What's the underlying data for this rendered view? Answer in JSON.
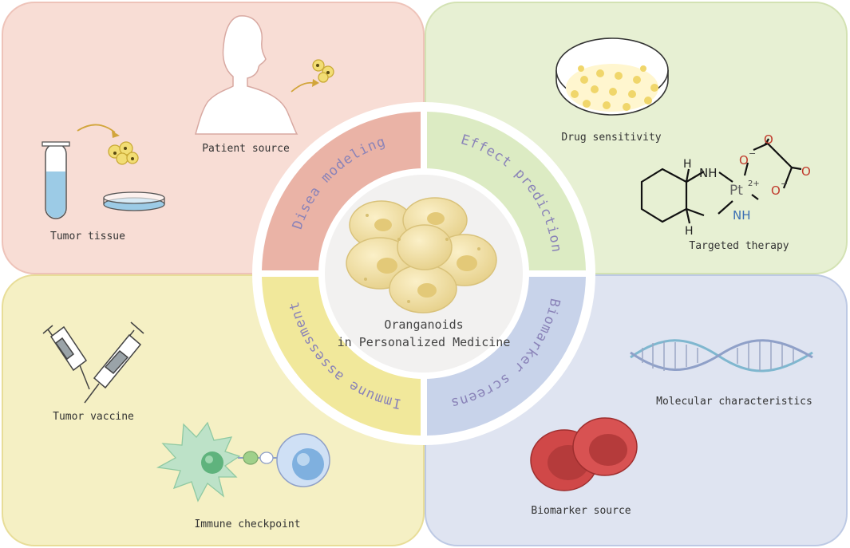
{
  "center": {
    "line1": "Oranganoids",
    "line2": "in Personalized Medicine"
  },
  "ring_labels": {
    "disease": "Disea modeling",
    "effect": "Effect prediction",
    "biomarker": "Biomarker screens",
    "immune": "Immune assessment"
  },
  "labels": {
    "patient_source": "Patient source",
    "tumor_tissue": "Tumor tissue",
    "drug_sensitivity": "Drug sensitivity",
    "targeted_therapy": "Targeted therapy",
    "tumor_vaccine": "Tumor vaccine",
    "immune_checkpoint": "Immune checkpoint",
    "molecular_characteristics": "Molecular characteristics",
    "biomarker_source": "Biomarker source"
  },
  "chem": {
    "nh_top": "NH",
    "nh_bottom": "NH",
    "h_top": "H",
    "h_bottom": "H",
    "pt": "Pt",
    "pt_charge": "2+",
    "o_top": "O",
    "o_bottom": "O",
    "o_dbl1": "O",
    "o_dbl2": "O",
    "minus": "−"
  },
  "colors": {
    "quadrant_tl": "#f8ddd5",
    "quadrant_tr": "#e7f0d3",
    "quadrant_bl": "#f5f0c4",
    "quadrant_br": "#dfe4f1",
    "ring_tl": "#eab3a6",
    "ring_tr": "#dcebc3",
    "ring_bl": "#f1e89b",
    "ring_br": "#c8d3ea"
  }
}
